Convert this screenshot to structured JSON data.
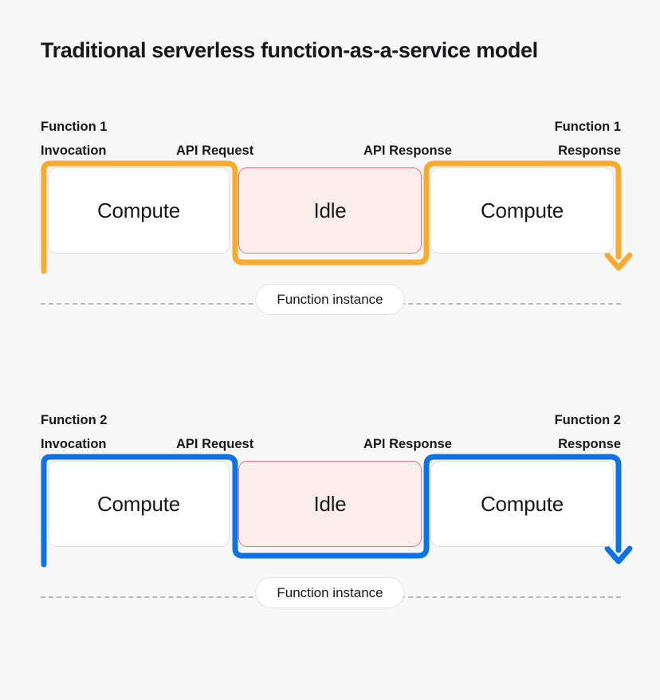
{
  "page": {
    "title": "Traditional serverless function-as-a-service model",
    "background_color": "#f7f7f7"
  },
  "colors": {
    "accent_orange": "#f8ab2e",
    "accent_blue": "#0d72e8",
    "idle_fill": "#fdeeed",
    "idle_border": "#ea7178",
    "compute_fill": "#ffffff",
    "compute_border": "#dcdddf",
    "dashed_line": "#b9babc",
    "text": "#16181a"
  },
  "rows": [
    {
      "id": "function-1",
      "track_color": "#f8ab2e",
      "labels": {
        "left_line1": "Function 1",
        "left_line2": "Invocation",
        "middle_left": "API Request",
        "middle_right": "API Response",
        "right_line1": "Function 1",
        "right_line2": "Response"
      },
      "boxes": [
        {
          "label": "Compute",
          "state": "compute"
        },
        {
          "label": "Idle",
          "state": "idle"
        },
        {
          "label": "Compute",
          "state": "compute"
        }
      ],
      "instance_label": "Function instance",
      "arrow": {
        "direction": "down",
        "icon": "arrow-down-icon"
      }
    },
    {
      "id": "function-2",
      "track_color": "#0d72e8",
      "labels": {
        "left_line1": "Function 2",
        "left_line2": "Invocation",
        "middle_left": "API Request",
        "middle_right": "API Response",
        "right_line1": "Function 2",
        "right_line2": "Response"
      },
      "boxes": [
        {
          "label": "Compute",
          "state": "compute"
        },
        {
          "label": "Idle",
          "state": "idle"
        },
        {
          "label": "Compute",
          "state": "compute"
        }
      ],
      "instance_label": "Function instance",
      "arrow": {
        "direction": "down",
        "icon": "arrow-down-icon"
      }
    }
  ]
}
